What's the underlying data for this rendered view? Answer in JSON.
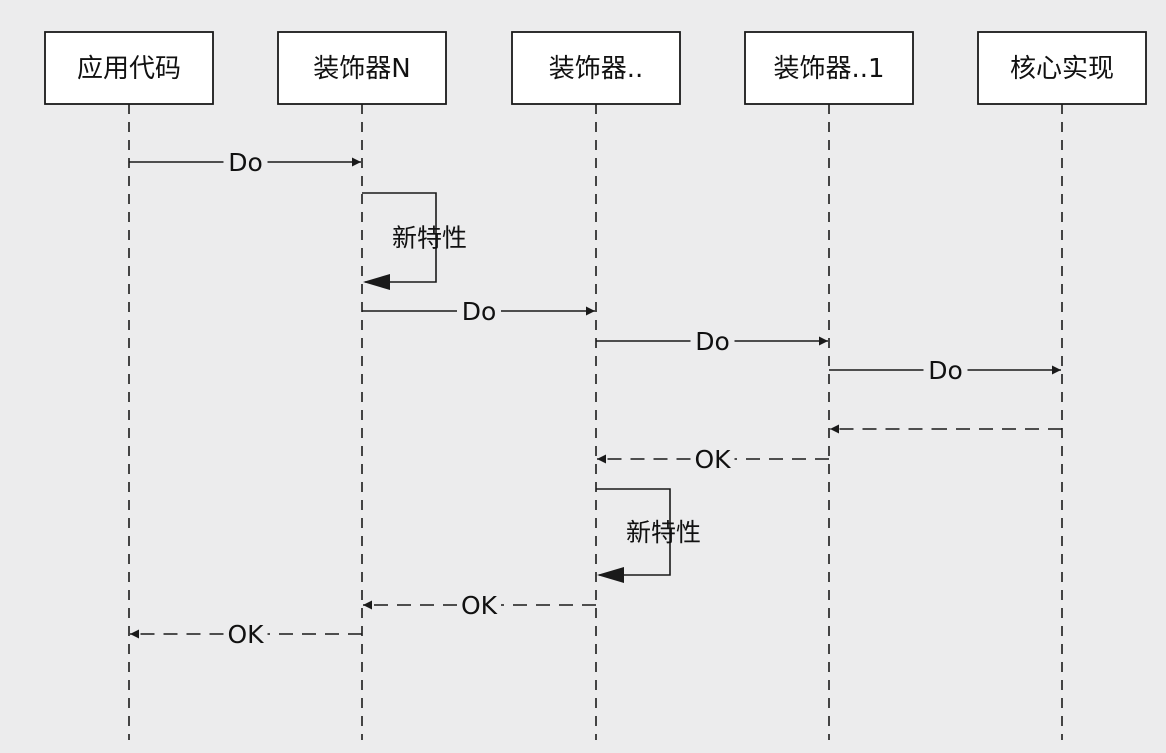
{
  "participants": [
    {
      "id": "app",
      "label": "应用代码"
    },
    {
      "id": "decN",
      "label": "装饰器N"
    },
    {
      "id": "decDots",
      "label": "装饰器.."
    },
    {
      "id": "dec1",
      "label": "装饰器..1"
    },
    {
      "id": "core",
      "label": "核心实现"
    }
  ],
  "messages": [
    {
      "from": "app",
      "to": "decN",
      "label": "Do",
      "kind": "call"
    },
    {
      "from": "decN",
      "to": "decN",
      "label": "新特性",
      "kind": "self"
    },
    {
      "from": "decN",
      "to": "decDots",
      "label": "Do",
      "kind": "call"
    },
    {
      "from": "decDots",
      "to": "dec1",
      "label": "Do",
      "kind": "call"
    },
    {
      "from": "dec1",
      "to": "core",
      "label": "Do",
      "kind": "call"
    },
    {
      "from": "core",
      "to": "dec1",
      "label": "",
      "kind": "return"
    },
    {
      "from": "dec1",
      "to": "decDots",
      "label": "OK",
      "kind": "return"
    },
    {
      "from": "decDots",
      "to": "decDots",
      "label": "新特性",
      "kind": "self"
    },
    {
      "from": "decDots",
      "to": "decN",
      "label": "OK",
      "kind": "return"
    },
    {
      "from": "decN",
      "to": "app",
      "label": "OK",
      "kind": "return"
    }
  ],
  "colors": {
    "background": "#ececed",
    "box_fill": "#ffffff",
    "line": "#1a1a1a"
  }
}
